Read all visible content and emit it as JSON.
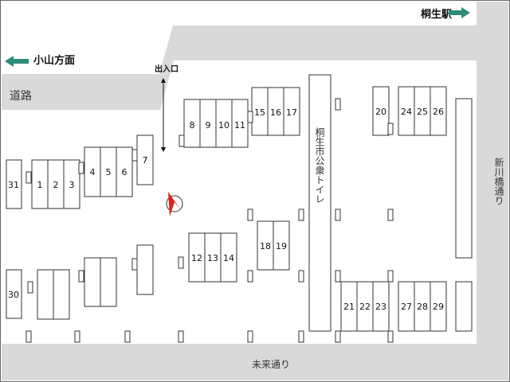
{
  "map": {
    "roads": {
      "top_left": "道路",
      "right": "新川橋通り",
      "bottom": "未来通り"
    },
    "directions": {
      "station": "桐生駅",
      "oyama": "小山方面"
    },
    "entrance": "出入口",
    "toilet": "桐生市公衆トイレ",
    "stalls": {
      "s1": "1",
      "s2": "2",
      "s3": "3",
      "s4": "4",
      "s5": "5",
      "s6": "6",
      "s7": "7",
      "s8": "8",
      "s9": "9",
      "s10": "10",
      "s11": "11",
      "s12": "12",
      "s13": "13",
      "s14": "14",
      "s15": "15",
      "s16": "16",
      "s17": "17",
      "s18": "18",
      "s19": "19",
      "s20": "20",
      "s21": "21",
      "s22": "22",
      "s23": "23",
      "s24": "24",
      "s25": "25",
      "s26": "26",
      "s27": "27",
      "s28": "28",
      "s29": "29",
      "s30": "30",
      "s31": "31"
    },
    "colors": {
      "road": "#d9d9d9",
      "arrow": "#2e8b7a",
      "compass": "#e0201b"
    }
  }
}
